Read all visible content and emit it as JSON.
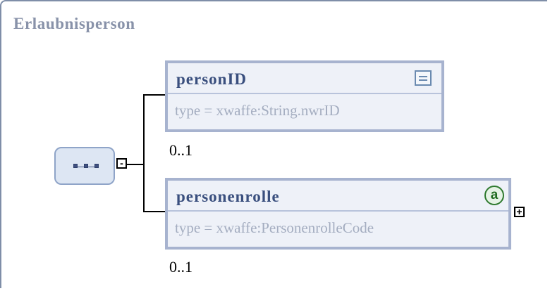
{
  "diagram": {
    "title": "Erlaubnisperson",
    "sequence": {
      "icon": "sequence-compositor-icon",
      "toggle_symbol": "-"
    },
    "elements": [
      {
        "name": "personID",
        "type": "type = xwaffe:String.nwrID",
        "cardinality": "0..1",
        "icon": "documentation-icon"
      },
      {
        "name": "personenrolle",
        "type": "type = xwaffe:PersonenrolleCode",
        "cardinality": "0..1",
        "icon": "attributes-icon",
        "icon_glyph": "a",
        "toggle_symbol": "+"
      }
    ]
  },
  "colors": {
    "border": "#7f8ea8",
    "element_fill": "#eef1f8",
    "element_border": "#a7b3cf",
    "name_text": "#3a4f7e",
    "type_text": "#a4adc0",
    "attribute_icon": "#2f7a2f"
  }
}
